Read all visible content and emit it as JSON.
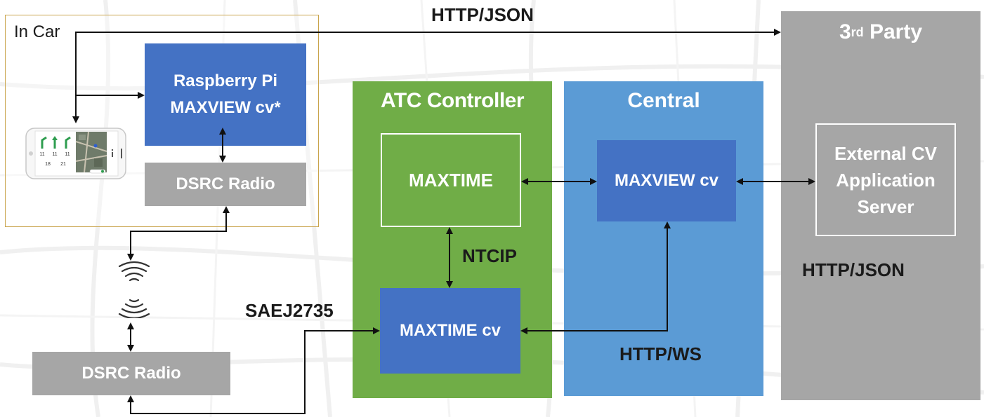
{
  "in_car": {
    "label": "In Car"
  },
  "raspberry_pi": {
    "line1": "Raspberry Pi",
    "line2": "MAXVIEW cv*"
  },
  "dsrc_car": {
    "label": "DSRC Radio"
  },
  "dsrc_road": {
    "label": "DSRC Radio"
  },
  "atc": {
    "title": "ATC Controller",
    "maxtime": "MAXTIME",
    "maxtime_cv": "MAXTIME cv"
  },
  "central": {
    "title": "Central",
    "maxview_cv": "MAXVIEW cv"
  },
  "third_party": {
    "title_main": "3",
    "title_sup": "rd",
    "title_rest": " Party",
    "external_cv": [
      "External CV",
      "Application",
      "Server"
    ]
  },
  "labels": {
    "http_json_top": "HTTP/JSON",
    "http_json_third": "HTTP/JSON",
    "ntcip": "NTCIP",
    "saej2735": "SAEJ2735",
    "http_ws": "HTTP/WS"
  },
  "phone": {
    "counts_top": [
      "11",
      "11",
      "11"
    ],
    "counts_bottom": [
      "18",
      "21"
    ]
  },
  "colors": {
    "atc_green": "#70ad47",
    "central_blue": "#5b9bd5",
    "module_blue": "#4472c4",
    "grey": "#a6a6a6",
    "incar_border": "#c9a44c"
  }
}
